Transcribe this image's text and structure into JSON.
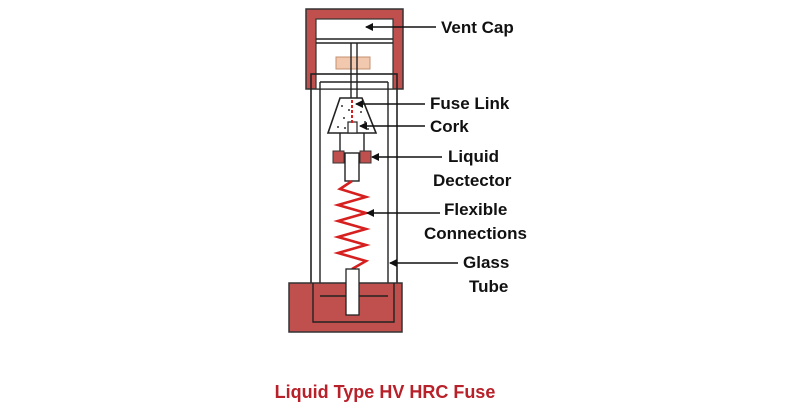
{
  "diagram": {
    "labels": {
      "vent_cap": "Vent Cap",
      "fuse_link": "Fuse Link",
      "cork": "Cork",
      "liquid_detector_1": "Liquid",
      "liquid_detector_2": "Dectector",
      "flexible_connections_1": "Flexible",
      "flexible_connections_2": "Connections",
      "glass_tube_1": "Glass",
      "glass_tube_2": "Tube"
    },
    "caption": "Liquid Type HV HRC Fuse"
  },
  "colors": {
    "brick": "#c0504d",
    "outline": "#222222",
    "spring": "#d62020",
    "plug": "#f2c9ae",
    "caption": "#b8202a"
  },
  "icons": {
    "arrow": "arrowhead-icon"
  }
}
